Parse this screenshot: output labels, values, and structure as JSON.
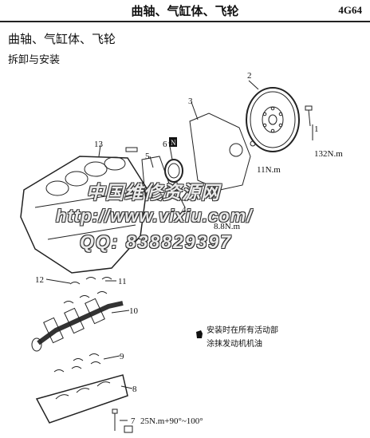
{
  "header": {
    "title": "曲轴、气缸体、飞轮",
    "code": "4G64"
  },
  "section_title": "曲轴、气缸体、飞轮",
  "subtitle": "拆卸与安装",
  "callouts": {
    "n1": "1",
    "n2": "2",
    "n3": "3",
    "n4": "4",
    "n5": "5",
    "n6": "6",
    "n7": "7",
    "n8": "8",
    "n9": "9",
    "n10": "10",
    "n11": "11",
    "n12": "12",
    "n13": "13",
    "n_marker": "N"
  },
  "torques": {
    "t1": "132N.m",
    "t2": "11N.m",
    "t3": "8.8N.m",
    "t4": "25N.m+90°~100°"
  },
  "note": {
    "line1": "安装时在所有活动部",
    "line2": "涂抹发动机机油"
  },
  "watermark": {
    "line1": "中国维修资源网",
    "line2": "http://www.vixiu.com/",
    "line3": "QQ: 838829397"
  }
}
